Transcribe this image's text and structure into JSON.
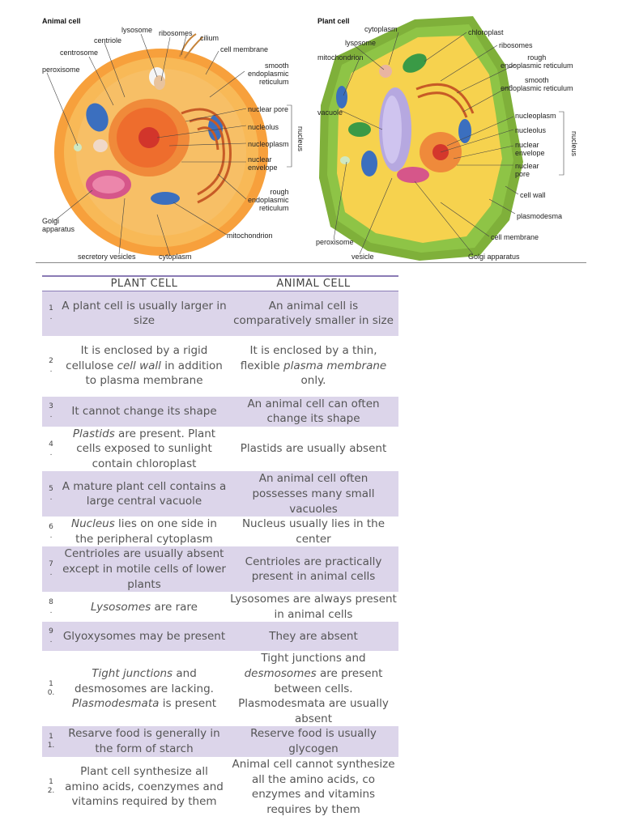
{
  "figure": {
    "animal_title": "Animal cell",
    "plant_title": "Plant cell",
    "animal_labels": {
      "lysosome": "lysosome",
      "ribosomes": "ribosomes",
      "centriole": "centriole",
      "cilium": "cilium",
      "centrosome": "centrosome",
      "cell_membrane": "cell membrane",
      "peroxisome": "peroxisome",
      "smooth_er": "smooth\nendoplasmic\nreticulum",
      "nuclear_pore": "nuclear pore",
      "nucleolus": "nucleolus",
      "nucleoplasm": "nucleoplasm",
      "nuclear_envelope": "nuclear\nenvelope",
      "nucleus_bracket": "nucleus",
      "rough_er": "rough\nendoplasmic\nreticulum",
      "golgi": "Golgi\napparatus",
      "mitochondrion": "mitochondrion",
      "secretory_vesicles": "secretory vesicles",
      "cytoplasm": "cytoplasm"
    },
    "plant_labels": {
      "cytoplasm": "cytoplasm",
      "chloroplast": "chloroplast",
      "lysosome": "lysosome",
      "ribosomes": "ribosomes",
      "mitochondrion": "mitochondrion",
      "rough_er": "rough\nendoplasmic reticulum",
      "smooth_er": "smooth\nendoplasmic reticulum",
      "vacuole": "vacuole",
      "nucleoplasm": "nucleoplasm",
      "nucleolus": "nucleolus",
      "nuclear_envelope": "nuclear\nenvelope",
      "nuclear_pore": "nuclear\npore",
      "nucleus_bracket": "nucleus",
      "cell_wall": "cell wall",
      "plasmodesma": "plasmodesma",
      "peroxisome": "peroxisome",
      "cell_membrane": "cell membrane",
      "vesicle": "vesicle",
      "golgi": "Golgi apparatus"
    }
  },
  "table": {
    "headers": {
      "num": "",
      "plant": "PLANT CELL",
      "animal": "ANIMAL CELL"
    },
    "rows": [
      {
        "num": "1\n.",
        "plant": "A plant cell is usually larger in size",
        "animal": "An animal cell is comparatively smaller in size"
      },
      {
        "num": "2\n.",
        "plant_pre": "It is enclosed by a rigid cellulose ",
        "plant_em": "cell wall",
        "plant_post": " in addition to plasma membrane",
        "animal_pre": "It is enclosed by a thin, flexible ",
        "animal_em": "plasma membrane",
        "animal_post": " only."
      },
      {
        "num": "3\n.",
        "plant": "It cannot change its shape",
        "animal": "An animal cell can often change its shape"
      },
      {
        "num": "4\n.",
        "plant_em": "Plastids",
        "plant_post": " are present. Plant cells exposed to sunlight contain chloroplast",
        "animal": "Plastids are usually absent"
      },
      {
        "num": "5\n.",
        "plant": "A mature plant cell contains a large central vacuole",
        "animal": "An animal cell often possesses many small vacuoles"
      },
      {
        "num": "6\n.",
        "plant_em": "Nucleus",
        "plant_post": " lies on one side in the peripheral cytoplasm",
        "animal": "Nucleus usually lies in the center"
      },
      {
        "num": "7\n.",
        "plant": "Centrioles are usually absent except in motile cells of lower plants",
        "animal": "Centrioles are practically present in animal cells"
      },
      {
        "num": "8\n.",
        "plant_em": "Lysosomes",
        "plant_post": " are rare",
        "animal": "Lysosomes are always present in animal cells"
      },
      {
        "num": "9\n.",
        "plant": "Glyoxysomes may be present",
        "animal": "They are absent"
      },
      {
        "num": "1\n0.",
        "plant_em": "Tight junctions",
        "plant_post": " and desmosomes are lacking.",
        "plant_em2": "Plasmodesmata",
        "plant_post2": " is present",
        "animal_pre": "Tight junctions and ",
        "animal_em": "desmosomes",
        "animal_post": " are present between cells. Plasmodesmata are usually absent"
      },
      {
        "num": "1\n1.",
        "plant": "Resarve food is generally in the form of starch",
        "animal": "Reserve food is usually glycogen"
      },
      {
        "num": "1\n2.",
        "plant": "Plant cell synthesize all amino acids, coenzymes and vitamins required by them",
        "animal": "Animal cell cannot synthesize all the amino acids, co enzymes and vitamins requires by them"
      }
    ]
  },
  "colors": {
    "header_rule": "#8a7bb5",
    "row_shade": "#dcd5ea",
    "text": "#555555"
  }
}
